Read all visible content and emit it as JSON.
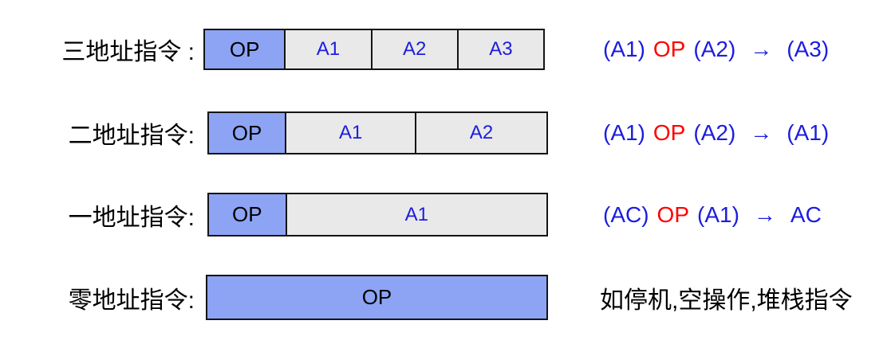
{
  "colors": {
    "op_fill": "#8da4f5",
    "addr_fill": "#e9e9e9",
    "border": "#141414",
    "addr_text": "#1c1ce0",
    "formula_blue": "#1c1ce0",
    "formula_red": "#ff0000",
    "label_text": "#000000"
  },
  "rows": [
    {
      "label": "三地址指令 :",
      "cells": [
        {
          "text": "OP"
        },
        {
          "text": "A1"
        },
        {
          "text": "A2"
        },
        {
          "text": "A3"
        }
      ],
      "formula": {
        "left": "(A1)",
        "op": "OP",
        "right": "(A2)",
        "arrow": "→",
        "result": "(A3)"
      }
    },
    {
      "label": "二地址指令:",
      "cells": [
        {
          "text": "OP"
        },
        {
          "text": "A1"
        },
        {
          "text": "A2"
        }
      ],
      "formula": {
        "left": "(A1)",
        "op": "OP",
        "right": "(A2)",
        "arrow": "→",
        "result": "(A1)"
      }
    },
    {
      "label": "一地址指令:",
      "cells": [
        {
          "text": "OP"
        },
        {
          "text": "A1"
        }
      ],
      "formula": {
        "left": "(AC)",
        "op": "OP",
        "right": "(A1)",
        "arrow": "→",
        "result": "AC"
      }
    },
    {
      "label": "零地址指令:",
      "cells": [
        {
          "text": "OP"
        }
      ],
      "note": "如停机,空操作,堆栈指令"
    }
  ]
}
